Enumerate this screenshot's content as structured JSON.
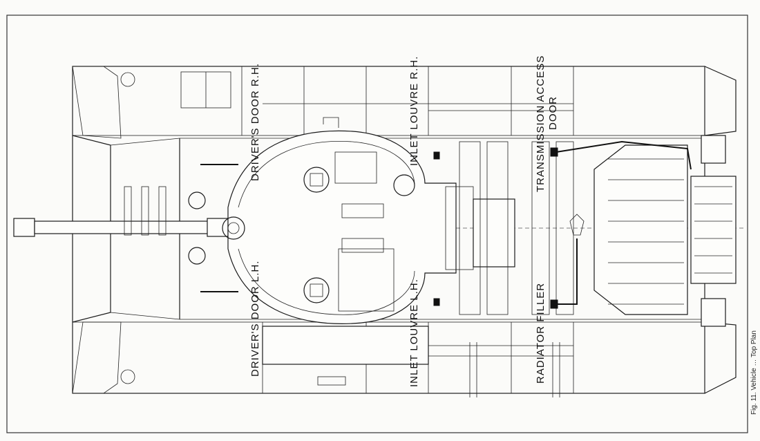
{
  "labels": {
    "drivers_door_rh": "DRIVER'S DOOR R.H.",
    "drivers_door_lh": "DRIVER'S DOOR L.H.",
    "inlet_louvre_rh": "INLET LOUVRE R.H.",
    "inlet_louvre_lh": "INLET LOUVRE L.H.",
    "transmission_access_line1": "TRANSMISSION ACCESS",
    "transmission_access_line2": "DOOR",
    "radiator_filler": "RADIATOR FILLER"
  },
  "caption": "Fig. 11. Vehicle … Top Plan"
}
